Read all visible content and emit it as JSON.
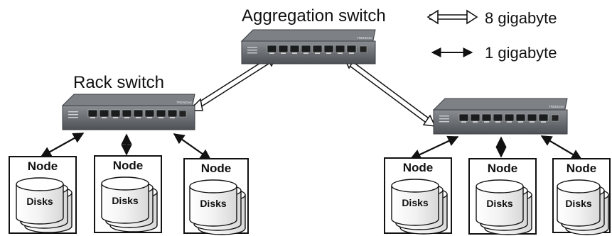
{
  "titles": {
    "aggregation": "Aggregation switch",
    "rack": "Rack switch"
  },
  "legend": {
    "double": "8 gigabyte",
    "single": "1 gigabyte"
  },
  "switch_brand": "TRENDnet",
  "node_label": "Node",
  "disk_label": "Disks",
  "colors": {
    "switch_body": "#5c5f63",
    "switch_top": "#7d8186",
    "port": "#1a1c1e",
    "line": "#111111"
  },
  "icons": [
    "network-switch-icon",
    "disk-stack-icon"
  ]
}
